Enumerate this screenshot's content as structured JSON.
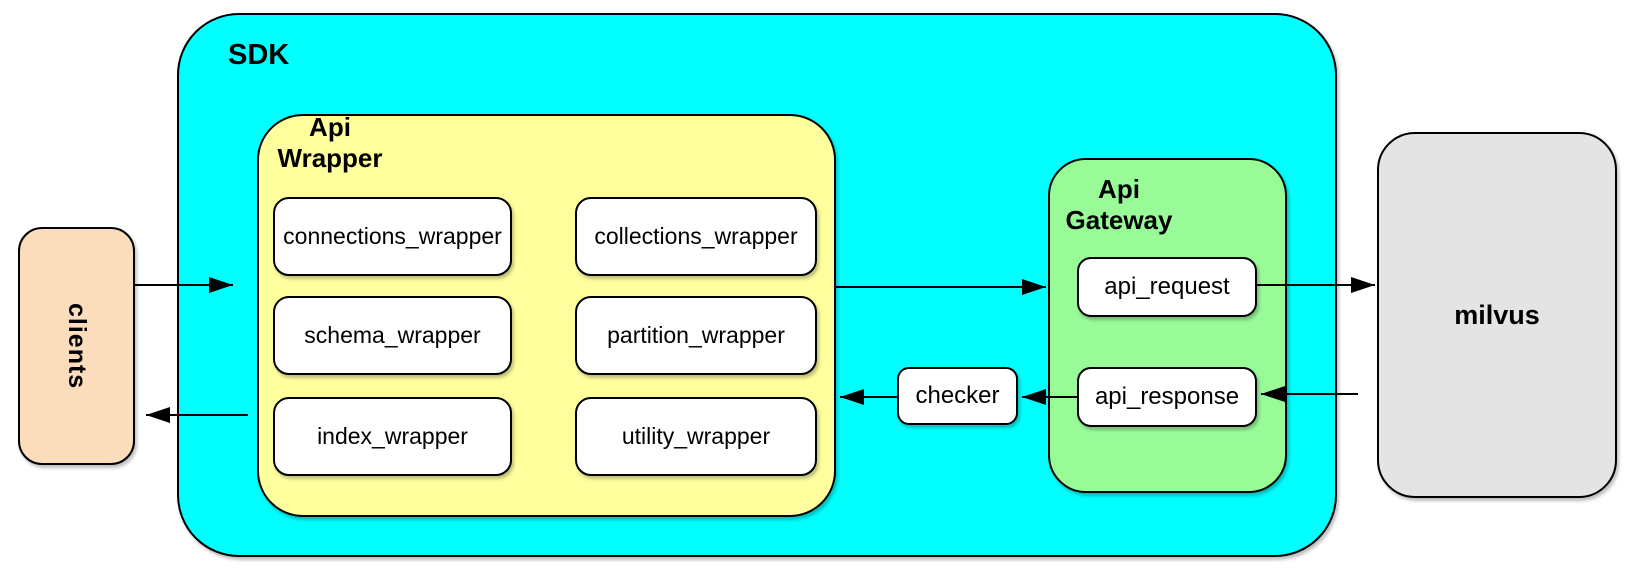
{
  "diagram": {
    "clients": {
      "label": "clients"
    },
    "sdk": {
      "label": "SDK"
    },
    "api_wrapper": {
      "label": "Api\nWrapper",
      "boxes": [
        "connections_wrapper",
        "collections_wrapper",
        "schema_wrapper",
        "partition_wrapper",
        "index_wrapper",
        "utility_wrapper"
      ]
    },
    "checker": {
      "label": "checker"
    },
    "api_gateway": {
      "label": "Api\nGateway",
      "boxes": [
        "api_request",
        "api_response"
      ]
    },
    "milvus": {
      "label": "milvus"
    },
    "edges": [
      {
        "from": "clients",
        "to": "sdk"
      },
      {
        "from": "api_wrapper",
        "to": "api_gateway"
      },
      {
        "from": "api_request",
        "to": "milvus"
      },
      {
        "from": "milvus",
        "to": "api_response"
      },
      {
        "from": "api_response",
        "to": "checker"
      },
      {
        "from": "checker",
        "to": "api_wrapper"
      },
      {
        "from": "sdk",
        "to": "clients"
      }
    ],
    "colors": {
      "clients_fill": "#FBDCBB",
      "sdk_fill": "#00FFFF",
      "api_wrapper_fill": "#FFFF9E",
      "api_gateway_fill": "#98FB98",
      "milvus_fill": "#E4E4E4",
      "node_fill": "#FFFFFF",
      "border": "#000000"
    }
  }
}
